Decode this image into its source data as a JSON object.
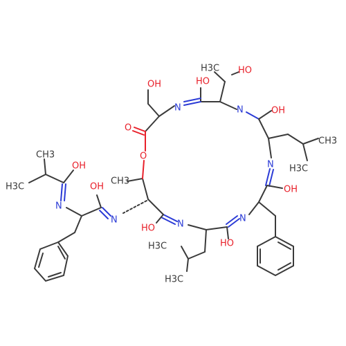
{
  "atoms": {
    "oh_top": "HO",
    "ch3_top": "H3C",
    "oh_ser": "OH",
    "n_ring1": "N",
    "ho_thr": "HO",
    "n_ring2": "N",
    "oh_leu1": "OH",
    "o_ester": "O",
    "o_carbonyl": "O",
    "ch3_leu1": "CH3",
    "h3c_leu1": "H3C",
    "n_ring3": "N",
    "oh_phe": "OH",
    "ch3_isobut": "CH3",
    "oh_isobut": "OH",
    "h3c_isobut": "H3C",
    "oh_amide": "OH",
    "n_amide1": "N",
    "n_amide2": "N",
    "methyl_ring": "CH3",
    "oh_ring4": "HO",
    "n_ring4": "N",
    "n_ring5": "N",
    "oh_ring5": "HO",
    "h3c_leu2": "H3C",
    "h3c_leu2b": "H3C"
  }
}
